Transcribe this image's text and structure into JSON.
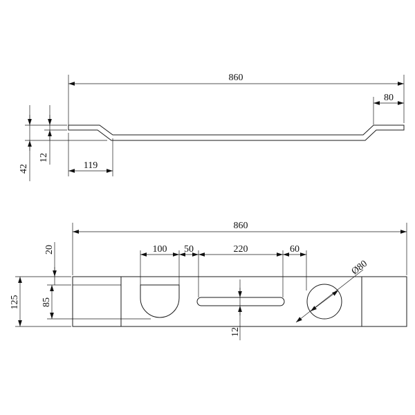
{
  "diagram": {
    "type": "technical-drawing",
    "views": [
      "side-view",
      "top-view"
    ],
    "side_view": {
      "overall_length": "860",
      "end_flat_length": "80",
      "total_height": "42",
      "thickness": "12",
      "bend_start": "119"
    },
    "top_view": {
      "overall_length": "860",
      "edge_offset": "20",
      "total_width": "125",
      "inner_width": "85",
      "slot_width": "12",
      "cutout_width": "100",
      "gap_1": "50",
      "slot_length": "220",
      "gap_2": "60",
      "hole_diameter": "Ø80"
    }
  }
}
